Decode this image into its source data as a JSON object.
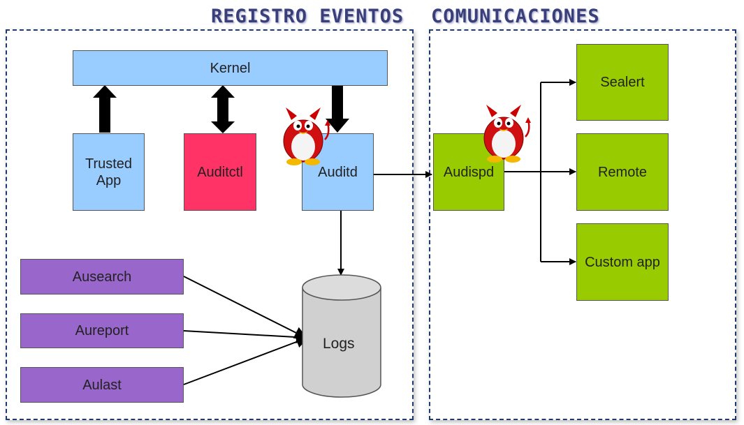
{
  "sections": {
    "left_title": "REGISTRO EVENTOS",
    "right_title": "COMUNICACIONES"
  },
  "nodes": {
    "kernel": "Kernel",
    "trusted_app": "Trusted App",
    "auditctl": "Auditctl",
    "auditd": "Auditd",
    "audispd": "Audispd",
    "sealert": "Sealert",
    "remote": "Remote",
    "custom_app": "Custom app",
    "ausearch": "Ausearch",
    "aureport": "Aureport",
    "aulast": "Aulast",
    "logs": "Logs"
  },
  "colors": {
    "blue": "#99ccff",
    "pink": "#ff3366",
    "green": "#99cc00",
    "purple": "#9966cc",
    "logs": "#d0d0d0"
  },
  "icons": [
    "devil-penguin-icon",
    "devil-penguin-icon"
  ]
}
